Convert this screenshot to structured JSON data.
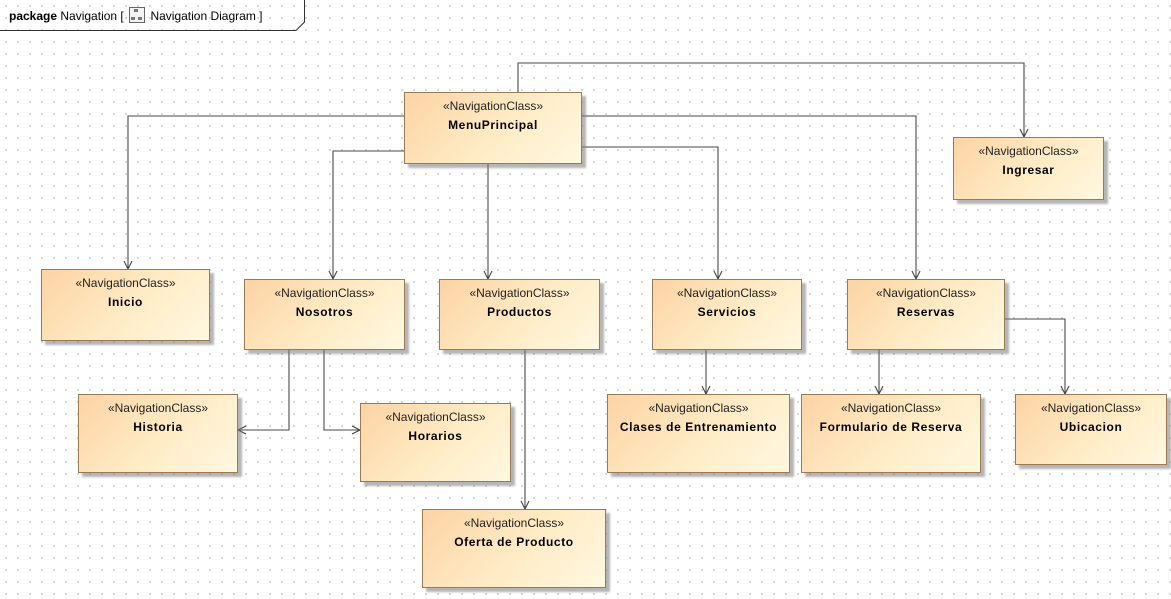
{
  "header": {
    "keyword": "package",
    "name": "Navigation",
    "diagram_label": "Navigation Diagram"
  },
  "stereotype": "«NavigationClass»",
  "nodes": [
    {
      "id": "menuprincipal",
      "name": "MenuPrincipal"
    },
    {
      "id": "ingresar",
      "name": "Ingresar"
    },
    {
      "id": "inicio",
      "name": "Inicio"
    },
    {
      "id": "nosotros",
      "name": "Nosotros"
    },
    {
      "id": "productos",
      "name": "Productos"
    },
    {
      "id": "servicios",
      "name": "Servicios"
    },
    {
      "id": "reservas",
      "name": "Reservas"
    },
    {
      "id": "historia",
      "name": "Historia"
    },
    {
      "id": "horarios",
      "name": "Horarios"
    },
    {
      "id": "clases",
      "name": "Clases de Entrenamiento"
    },
    {
      "id": "formulario",
      "name": "Formulario de Reserva"
    },
    {
      "id": "ubicacion",
      "name": "Ubicacion"
    },
    {
      "id": "oferta",
      "name": "Oferta de Producto"
    }
  ],
  "edges": [
    {
      "from": "menuprincipal",
      "to": "ingresar"
    },
    {
      "from": "menuprincipal",
      "to": "inicio"
    },
    {
      "from": "menuprincipal",
      "to": "nosotros"
    },
    {
      "from": "menuprincipal",
      "to": "productos"
    },
    {
      "from": "menuprincipal",
      "to": "servicios"
    },
    {
      "from": "menuprincipal",
      "to": "reservas"
    },
    {
      "from": "nosotros",
      "to": "historia"
    },
    {
      "from": "nosotros",
      "to": "horarios"
    },
    {
      "from": "productos",
      "to": "oferta"
    },
    {
      "from": "servicios",
      "to": "clases"
    },
    {
      "from": "reservas",
      "to": "formulario"
    },
    {
      "from": "reservas",
      "to": "ubicacion"
    }
  ]
}
